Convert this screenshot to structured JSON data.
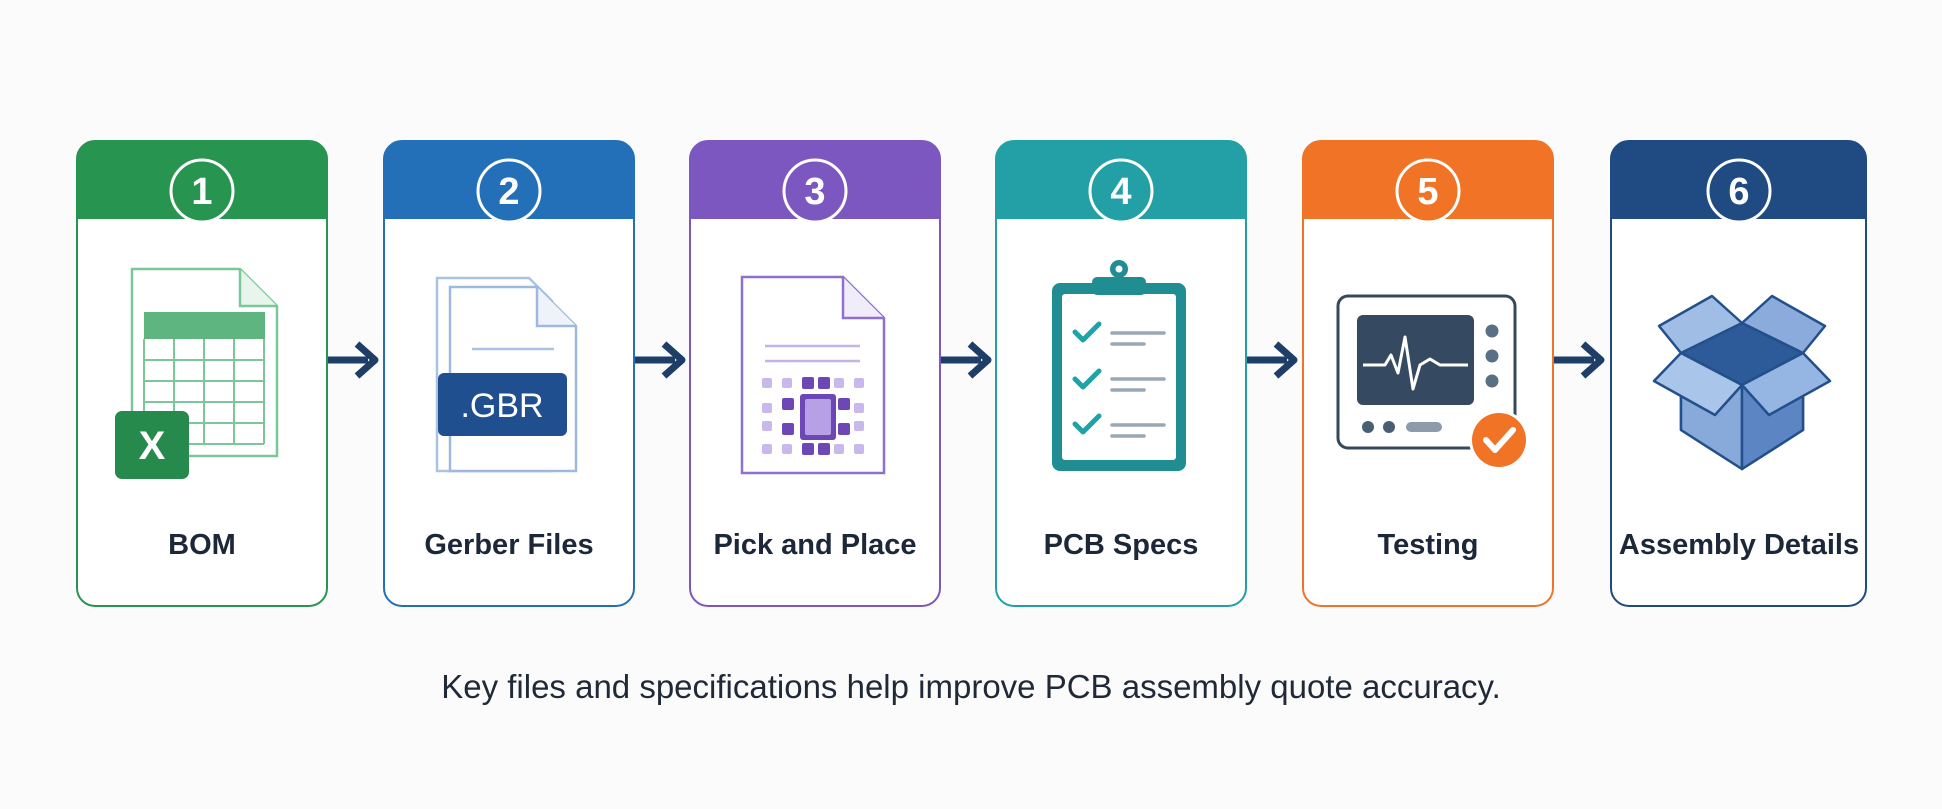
{
  "steps": [
    {
      "number": "1",
      "title": "BOM",
      "color": "#279450",
      "icon": "spreadsheet-excel-icon",
      "badge": "X"
    },
    {
      "number": "2",
      "title": "Gerber Files",
      "color": "#2470b8",
      "icon": "gerber-file-icon",
      "badge": ".GBR"
    },
    {
      "number": "3",
      "title": "Pick and Place",
      "color": "#7c57c0",
      "icon": "pick-and-place-file-icon"
    },
    {
      "number": "4",
      "title": "PCB Specs",
      "color": "#22a0a6",
      "icon": "clipboard-checklist-icon"
    },
    {
      "number": "5",
      "title": "Testing",
      "color": "#f07326",
      "icon": "test-monitor-icon"
    },
    {
      "number": "6",
      "title": "Assembly Details",
      "color": "#1f4a82",
      "icon": "open-box-icon"
    }
  ],
  "arrow_color": "#1e3d67",
  "caption": "Key files and specifications help improve PCB assembly quote accuracy."
}
